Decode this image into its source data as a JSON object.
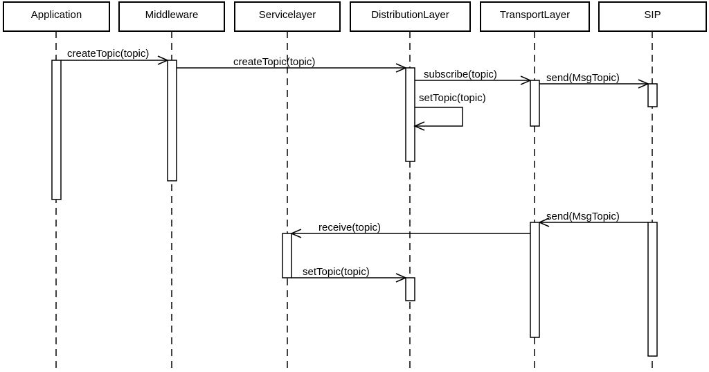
{
  "diagram": {
    "participants": [
      {
        "id": "app",
        "name": "Application"
      },
      {
        "id": "mw",
        "name": "Middleware"
      },
      {
        "id": "svc",
        "name": "Servicelayer"
      },
      {
        "id": "dist",
        "name": "DistributionLayer"
      },
      {
        "id": "trans",
        "name": "TransportLayer"
      },
      {
        "id": "sip",
        "name": "SIP"
      }
    ],
    "messages": [
      {
        "from": "app",
        "to": "mw",
        "label": "createTopic(topic)"
      },
      {
        "from": "mw",
        "to": "dist",
        "label": "createTopic(topic)"
      },
      {
        "from": "dist",
        "to": "trans",
        "label": "subscribe(topic)"
      },
      {
        "from": "trans",
        "to": "sip",
        "label": "send(MsgTopic)"
      },
      {
        "from": "dist",
        "to": "dist",
        "label": "setTopic(topic)"
      },
      {
        "from": "sip",
        "to": "trans",
        "label": "send(MsgTopic)"
      },
      {
        "from": "trans",
        "to": "svc",
        "label": "receive(topic)"
      },
      {
        "from": "svc",
        "to": "dist",
        "label": "setTopic(topic)"
      }
    ]
  }
}
